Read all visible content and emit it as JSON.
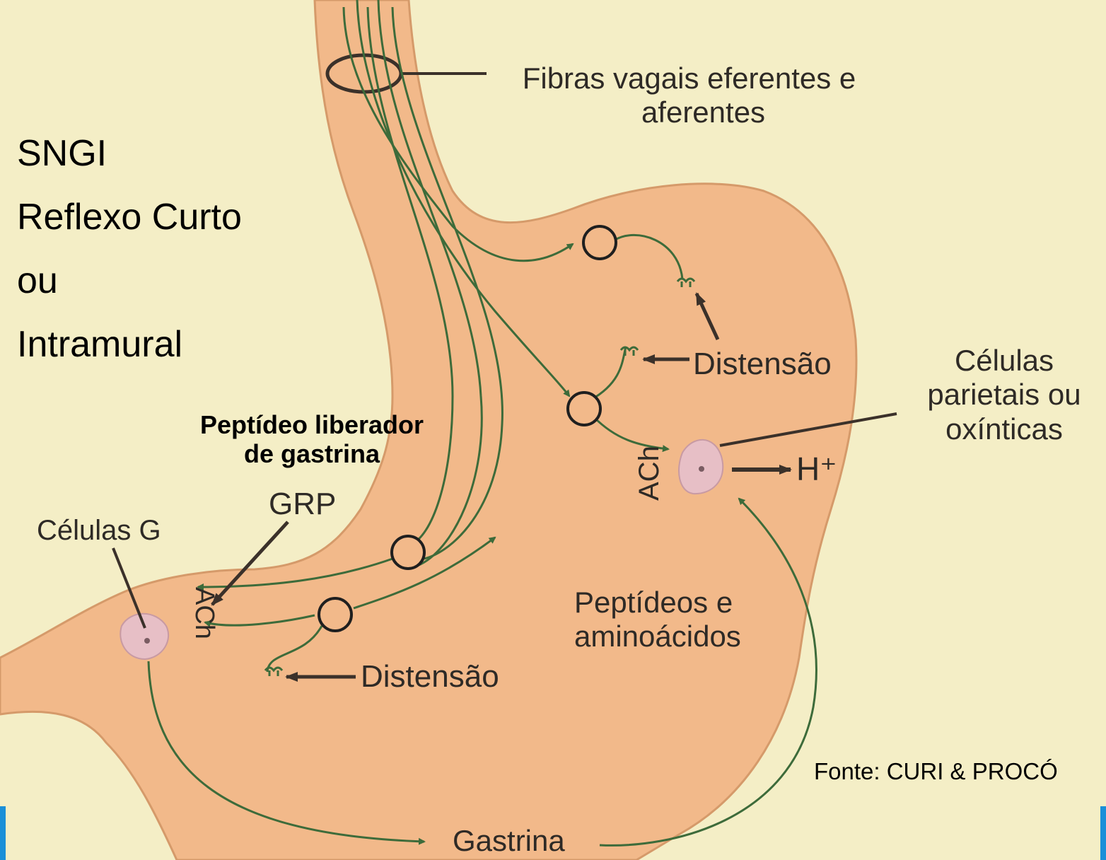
{
  "title_lines": [
    "SNGI",
    "Reflexo Curto",
    "ou",
    "Intramural"
  ],
  "labels": {
    "vagal_line1": "Fibras vagais eferentes e",
    "vagal_line2": "aferentes",
    "distension_upper": "Distensão",
    "distension_lower": "Distensão",
    "parietal_line1": "Células",
    "parietal_line2": "parietais ou",
    "parietal_line3": "oxínticas",
    "hplus": "H⁺",
    "ach_upper": "ACh",
    "ach_lower": "ACh",
    "grp_line1": "Peptídeo liberador",
    "grp_line2": "de gastrina",
    "grp_abbrev": "GRP",
    "g_cells": "Células G",
    "peptides_line1": "Peptídeos e",
    "peptides_line2": "aminoácidos",
    "gastrin": "Gastrina"
  },
  "source": "Fonte: CURI & PROCÓ",
  "colors": {
    "background": "#f4eec6",
    "stomach": "#f2b98a",
    "nerve": "#3d6b3a",
    "cell": "#e7bfc6",
    "accent": "#1a8fd8"
  }
}
